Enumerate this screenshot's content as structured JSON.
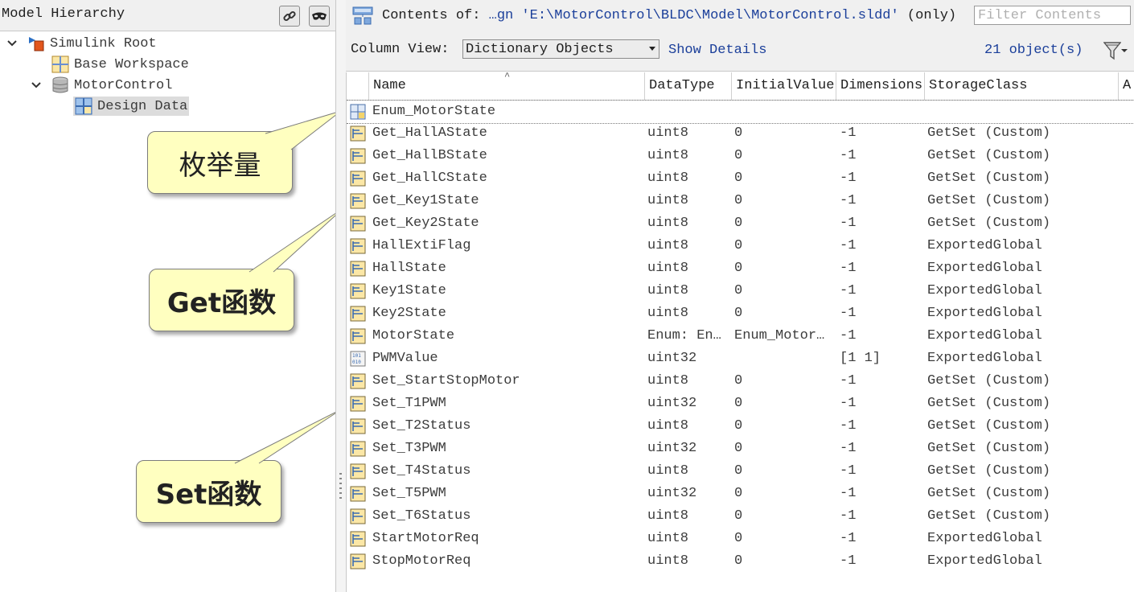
{
  "left_panel": {
    "title": "Model Hierarchy",
    "link_icon": "link-icon",
    "mask_icon": "mask-icon",
    "tree": [
      {
        "label": "Simulink Root",
        "icon": "simulink-root-icon",
        "expanded": true
      },
      {
        "label": "Base Workspace",
        "icon": "workspace-grid-icon"
      },
      {
        "label": "MotorControl",
        "icon": "database-icon",
        "expanded": true
      },
      {
        "label": "Design Data",
        "icon": "design-data-icon",
        "selected": true
      }
    ]
  },
  "annotations": {
    "enum_label": "枚举量",
    "get_label": "Get函数",
    "set_label": "Set函数"
  },
  "top_bar": {
    "contents_prefix": "Contents of:",
    "contents_path": "…gn 'E:\\MotorControl\\BLDC\\Model\\MotorControl.sldd'",
    "contents_scope": "(only)",
    "filter_placeholder": "Filter Contents"
  },
  "view_bar": {
    "column_view_label": "Column View:",
    "column_view_value": "Dictionary Objects",
    "show_details": "Show Details",
    "object_count": "21 object(s)"
  },
  "table": {
    "headers": [
      "Name",
      "DataType",
      "InitialValue",
      "Dimensions",
      "StorageClass",
      "A"
    ],
    "rows": [
      {
        "icon": "enum-icon",
        "name": "Enum_MotorState",
        "datatype": "",
        "initial": "",
        "dims": "",
        "storage": ""
      },
      {
        "icon": "signal-icon",
        "name": "Get_HallAState",
        "datatype": "uint8",
        "initial": "0",
        "dims": "-1",
        "storage": "GetSet (Custom)"
      },
      {
        "icon": "signal-icon",
        "name": "Get_HallBState",
        "datatype": "uint8",
        "initial": "0",
        "dims": "-1",
        "storage": "GetSet (Custom)"
      },
      {
        "icon": "signal-icon",
        "name": "Get_HallCState",
        "datatype": "uint8",
        "initial": "0",
        "dims": "-1",
        "storage": "GetSet (Custom)"
      },
      {
        "icon": "signal-icon",
        "name": "Get_Key1State",
        "datatype": "uint8",
        "initial": "0",
        "dims": "-1",
        "storage": "GetSet (Custom)"
      },
      {
        "icon": "signal-icon",
        "name": "Get_Key2State",
        "datatype": "uint8",
        "initial": "0",
        "dims": "-1",
        "storage": "GetSet (Custom)"
      },
      {
        "icon": "signal-icon",
        "name": "HallExtiFlag",
        "datatype": "uint8",
        "initial": "0",
        "dims": "-1",
        "storage": "ExportedGlobal"
      },
      {
        "icon": "signal-icon",
        "name": "HallState",
        "datatype": "uint8",
        "initial": "0",
        "dims": "-1",
        "storage": "ExportedGlobal"
      },
      {
        "icon": "signal-icon",
        "name": "Key1State",
        "datatype": "uint8",
        "initial": "0",
        "dims": "-1",
        "storage": "ExportedGlobal"
      },
      {
        "icon": "signal-icon",
        "name": "Key2State",
        "datatype": "uint8",
        "initial": "0",
        "dims": "-1",
        "storage": "ExportedGlobal"
      },
      {
        "icon": "signal-icon",
        "name": "MotorState",
        "datatype": "Enum: En…",
        "initial": "Enum_Motor…",
        "dims": "-1",
        "storage": "ExportedGlobal"
      },
      {
        "icon": "parameter-icon",
        "name": "PWMValue",
        "datatype": "uint32",
        "initial": "",
        "dims": "[1 1]",
        "storage": "ExportedGlobal"
      },
      {
        "icon": "signal-icon",
        "name": "Set_StartStopMotor",
        "datatype": "uint8",
        "initial": "0",
        "dims": "-1",
        "storage": "GetSet (Custom)"
      },
      {
        "icon": "signal-icon",
        "name": "Set_T1PWM",
        "datatype": "uint32",
        "initial": "0",
        "dims": "-1",
        "storage": "GetSet (Custom)"
      },
      {
        "icon": "signal-icon",
        "name": "Set_T2Status",
        "datatype": "uint8",
        "initial": "0",
        "dims": "-1",
        "storage": "GetSet (Custom)"
      },
      {
        "icon": "signal-icon",
        "name": "Set_T3PWM",
        "datatype": "uint32",
        "initial": "0",
        "dims": "-1",
        "storage": "GetSet (Custom)"
      },
      {
        "icon": "signal-icon",
        "name": "Set_T4Status",
        "datatype": "uint8",
        "initial": "0",
        "dims": "-1",
        "storage": "GetSet (Custom)"
      },
      {
        "icon": "signal-icon",
        "name": "Set_T5PWM",
        "datatype": "uint32",
        "initial": "0",
        "dims": "-1",
        "storage": "GetSet (Custom)"
      },
      {
        "icon": "signal-icon",
        "name": "Set_T6Status",
        "datatype": "uint8",
        "initial": "0",
        "dims": "-1",
        "storage": "GetSet (Custom)"
      },
      {
        "icon": "signal-icon",
        "name": "StartMotorReq",
        "datatype": "uint8",
        "initial": "0",
        "dims": "-1",
        "storage": "ExportedGlobal"
      },
      {
        "icon": "signal-icon",
        "name": "StopMotorReq",
        "datatype": "uint8",
        "initial": "0",
        "dims": "-1",
        "storage": "ExportedGlobal"
      }
    ]
  },
  "colors": {
    "link_blue": "#1b3f9a",
    "callout_fill": "#ffffc0",
    "header_bg": "#f0f0f0",
    "selected_bg": "#dcdcdc"
  }
}
